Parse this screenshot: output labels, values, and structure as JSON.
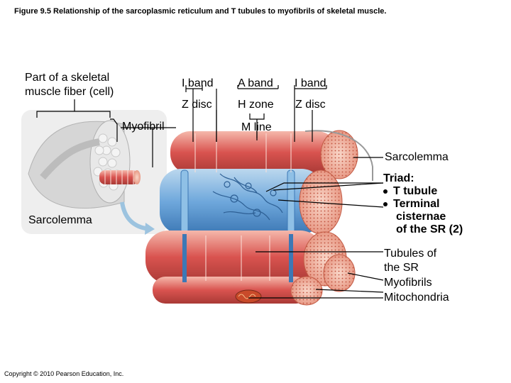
{
  "figure": {
    "title": "Figure 9.5 Relationship of the sarcoplasmic reticulum and T tubules to myofibrils of skeletal muscle.",
    "copyright": "Copyright © 2010 Pearson Education, Inc."
  },
  "labels": {
    "part_of_fiber_line1": "Part of a skeletal",
    "part_of_fiber_line2": "muscle fiber (cell)",
    "myofibril": "Myofibril",
    "sarcolemma_left": "Sarcolemma",
    "i_band_left": "I band",
    "a_band": "A band",
    "i_band_right": "I band",
    "z_disc_left": "Z disc",
    "h_zone": "H zone",
    "z_disc_right": "Z disc",
    "m_line": "M line",
    "sarcolemma_right": "Sarcolemma",
    "triad": "Triad:",
    "t_tubule": "T tubule",
    "terminal_cisternae_line1": "Terminal",
    "terminal_cisternae_line2": "cisternae",
    "terminal_cisternae_line3": "of the SR",
    "terminal_cisternae_count": "(2)",
    "tubules_sr_line1": "Tubules of",
    "tubules_sr_line2": "the SR",
    "myofibrils": "Myofibrils",
    "mitochondria": "Mitochondria"
  },
  "colors": {
    "muscle_red": "#d9534f",
    "muscle_light": "#f2b4a8",
    "sr_blue": "#6fa8dc",
    "sr_dark": "#3d78b5",
    "myofibril_end": "#f4c2b0",
    "arrow_blue": "#9cc3df"
  }
}
